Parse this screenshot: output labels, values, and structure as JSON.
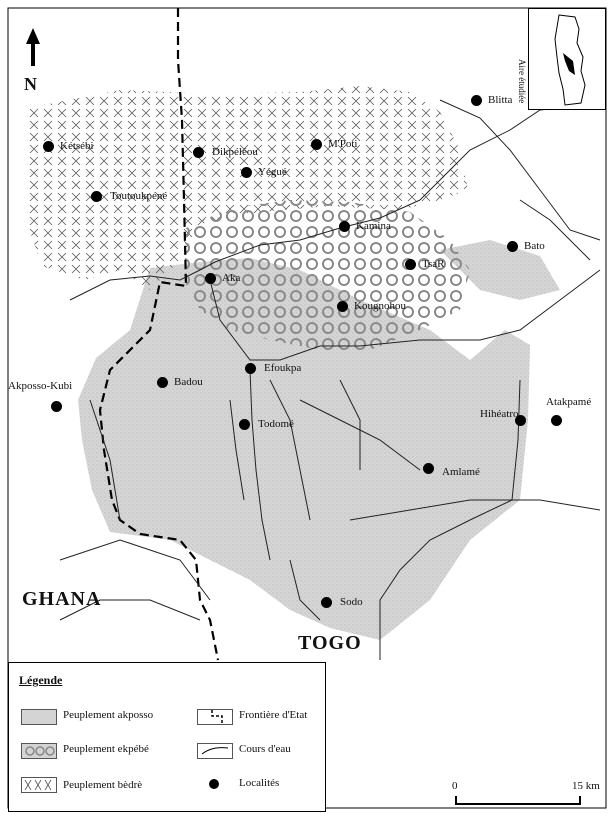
{
  "places": [
    {
      "name": "Kétsébi"
    },
    {
      "name": "Dikpéléou"
    },
    {
      "name": "M'Poti"
    },
    {
      "name": "Blitta"
    },
    {
      "name": "Yégué"
    },
    {
      "name": "Toutoukpéné"
    },
    {
      "name": "Kamina"
    },
    {
      "name": "Bato"
    },
    {
      "name": "Aka"
    },
    {
      "name": "TsaR"
    },
    {
      "name": "Kougnohou"
    },
    {
      "name": "Efoukpa"
    },
    {
      "name": "Badou"
    },
    {
      "name": "Akposso-Kubi"
    },
    {
      "name": "Hihéatro"
    },
    {
      "name": "Atakpamé"
    },
    {
      "name": "Todomé"
    },
    {
      "name": "Amlamé"
    },
    {
      "name": "Sodo"
    }
  ],
  "countries": {
    "ghana": "GHANA",
    "togo": "TOGO"
  },
  "north_label": "N",
  "inset": {
    "label": "Aire étudiée"
  },
  "legend": {
    "title": "Légende",
    "items": [
      {
        "label": "Peuplement akposso",
        "symbol": "akposso-swatch"
      },
      {
        "label": "Peuplement ekpébé",
        "symbol": "ekpebe-swatch"
      },
      {
        "label": "Peuplement bèdrè",
        "symbol": "bedre-swatch"
      },
      {
        "label": "Frontière d'Etat",
        "symbol": "border-line"
      },
      {
        "label": "Cours d'eau",
        "symbol": "river-line"
      },
      {
        "label": "Localités",
        "symbol": "locality-dot"
      }
    ]
  },
  "scale": {
    "start": "0",
    "end": "15 km"
  },
  "colors": {
    "akposso": "#cfcfcf",
    "ekpebe_ring": "#8a8a8a",
    "bedre_cross": "#555555"
  }
}
